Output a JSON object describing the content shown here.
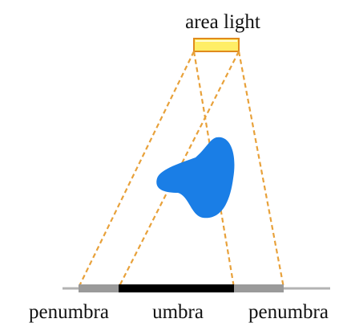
{
  "labels": {
    "light": "area light",
    "penumbra_left": "penumbra",
    "umbra": "umbra",
    "penumbra_right": "penumbra"
  },
  "colors": {
    "light_fill": "#ffee66",
    "light_stroke": "#e08a1e",
    "ray": "#e8a13a",
    "occluder": "#1a7ee6",
    "floor": "#b3b3b3",
    "penumbra": "#9a9a9a",
    "umbra": "#000000",
    "text": "#111111"
  }
}
